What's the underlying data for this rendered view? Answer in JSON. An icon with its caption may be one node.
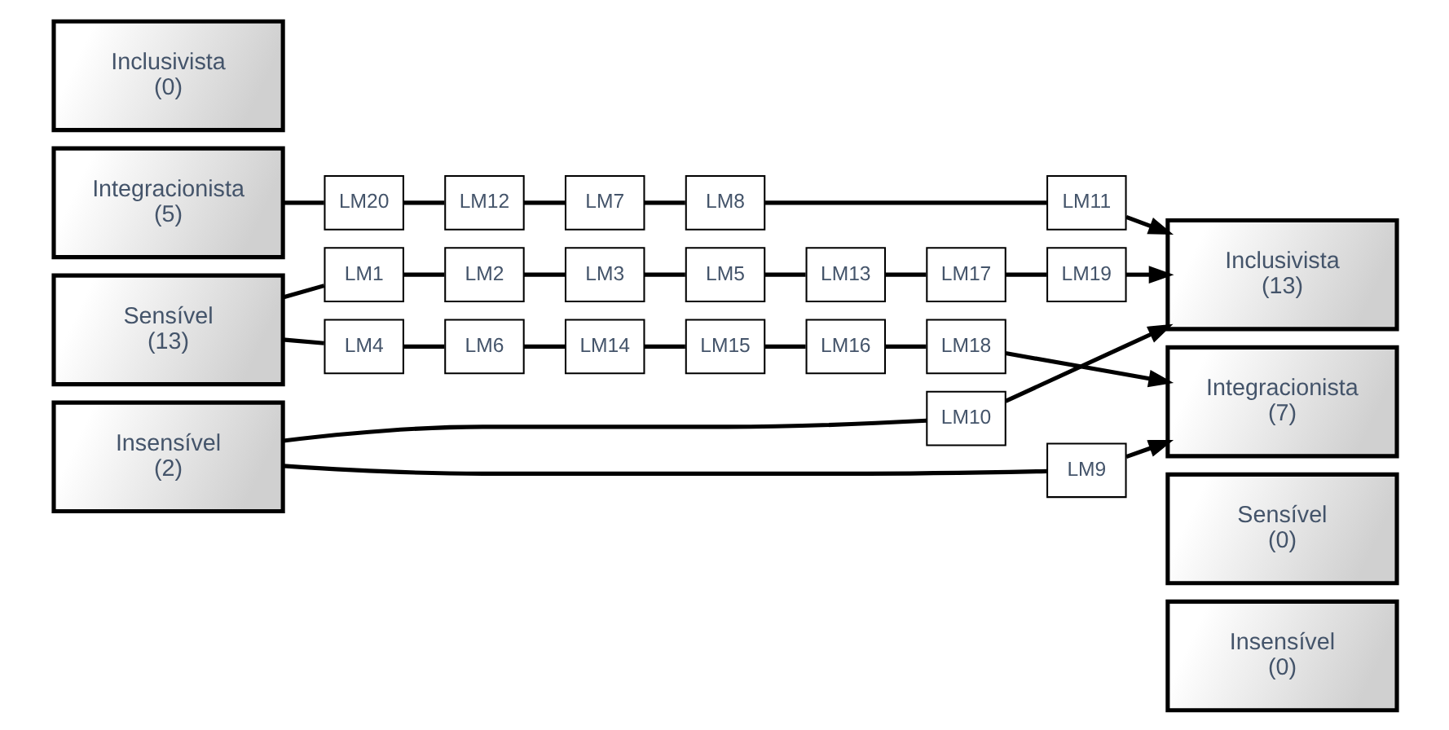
{
  "diagram": {
    "nodes": [
      {
        "text": [
          "Inclusivista",
          "(0)"
        ]
      },
      {
        "text": [
          "Integracionista",
          "(5)"
        ]
      },
      {
        "text": [
          "Sensível",
          "(13)"
        ]
      },
      {
        "text": [
          "Insensível",
          "(2)"
        ]
      },
      {
        "text": [
          "Inclusivista",
          "(13)"
        ]
      },
      {
        "text": [
          "Integracionista",
          "(7)"
        ]
      },
      {
        "text": [
          "Sensível",
          "(0)"
        ]
      },
      {
        "text": [
          "Insensível",
          "(0)"
        ]
      },
      {
        "text": [
          "LM1"
        ]
      },
      {
        "text": [
          "LM2"
        ]
      },
      {
        "text": [
          "LM3"
        ]
      },
      {
        "text": [
          "LM4"
        ]
      },
      {
        "text": [
          "LM5"
        ]
      },
      {
        "text": [
          "LM6"
        ]
      },
      {
        "text": [
          "LM7"
        ]
      },
      {
        "text": [
          "LM8"
        ]
      },
      {
        "text": [
          "LM9"
        ]
      },
      {
        "text": [
          "LM10"
        ]
      },
      {
        "text": [
          "LM11"
        ]
      },
      {
        "text": [
          "LM12"
        ]
      },
      {
        "text": [
          "LM13"
        ]
      },
      {
        "text": [
          "LM14"
        ]
      },
      {
        "text": [
          "LM15"
        ]
      },
      {
        "text": [
          "LM16"
        ]
      },
      {
        "text": [
          "LM17"
        ]
      },
      {
        "text": [
          "LM18"
        ]
      },
      {
        "text": [
          "LM19"
        ]
      },
      {
        "text": [
          "LM20"
        ]
      }
    ],
    "edges": [
      {
        "from": 1,
        "to": 27,
        "arrow": "none"
      },
      {
        "from": 27,
        "to": 19,
        "arrow": "none"
      },
      {
        "from": 19,
        "to": 14,
        "arrow": "none"
      },
      {
        "from": 14,
        "to": 15,
        "arrow": "none"
      },
      {
        "from": 15,
        "to": 18,
        "arrow": "none"
      },
      {
        "from": 18,
        "to": 4,
        "arrow": "to"
      },
      {
        "from": 2,
        "to": 8,
        "arrow": "none"
      },
      {
        "from": 8,
        "to": 9,
        "arrow": "none"
      },
      {
        "from": 9,
        "to": 10,
        "arrow": "none"
      },
      {
        "from": 10,
        "to": 12,
        "arrow": "none"
      },
      {
        "from": 12,
        "to": 20,
        "arrow": "none"
      },
      {
        "from": 20,
        "to": 24,
        "arrow": "none"
      },
      {
        "from": 24,
        "to": 26,
        "arrow": "none"
      },
      {
        "from": 26,
        "to": 4,
        "arrow": "to"
      },
      {
        "from": 2,
        "to": 11,
        "arrow": "none"
      },
      {
        "from": 11,
        "to": 13,
        "arrow": "none"
      },
      {
        "from": 13,
        "to": 21,
        "arrow": "none"
      },
      {
        "from": 21,
        "to": 22,
        "arrow": "none"
      },
      {
        "from": 22,
        "to": 23,
        "arrow": "none"
      },
      {
        "from": 23,
        "to": 25,
        "arrow": "none"
      },
      {
        "from": 25,
        "to": 5,
        "arrow": "to"
      },
      {
        "from": 3,
        "to": 17,
        "arrow": "none"
      },
      {
        "from": 17,
        "to": 4,
        "arrow": "to"
      },
      {
        "from": 3,
        "to": 16,
        "arrow": "none"
      },
      {
        "from": 16,
        "to": 5,
        "arrow": "to"
      }
    ]
  }
}
